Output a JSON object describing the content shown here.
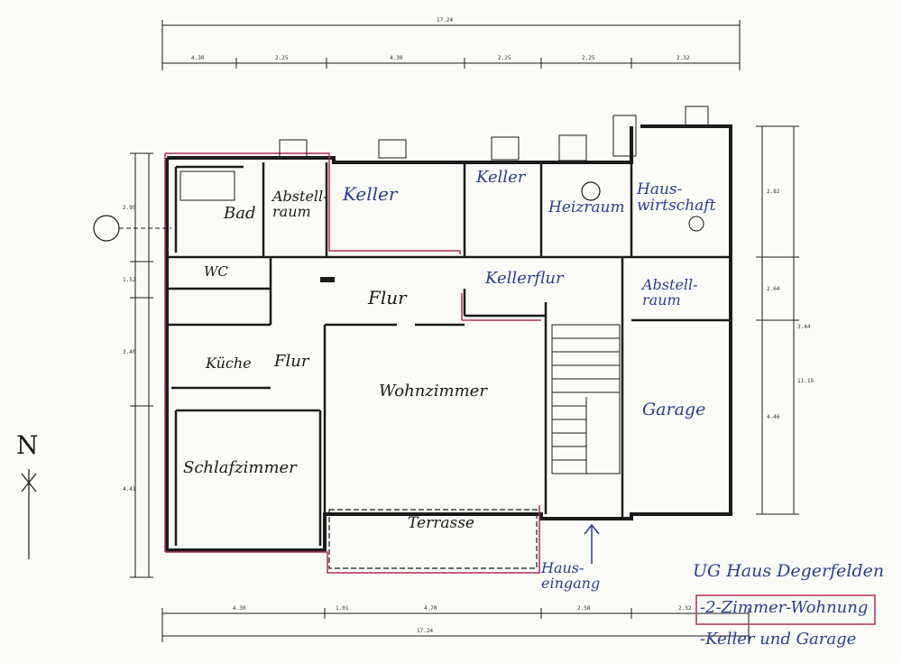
{
  "colors": {
    "ink": "#1b1b1b",
    "apartment_outline": "#b0305a",
    "handwriting_blue": "#2b3f8f",
    "paper": "#fbfbf8"
  },
  "rooms": {
    "bad": "Bad",
    "abstellraum_1": "Abstell-\nraum",
    "keller_1": "Keller",
    "keller_2": "Keller",
    "heizraum": "Heizraum",
    "hauswirtschaft": "Haus-\nwirtschaft",
    "wc": "WC",
    "flur_1": "Flur",
    "kellerflur": "Kellerflur",
    "abstellraum_2": "Abstell-\nraum",
    "kueche": "Küche",
    "flur_2": "Flur",
    "wohnzimmer": "Wohnzimmer",
    "garage": "Garage",
    "schlafzimmer": "Schlafzimmer",
    "terrasse": "Terrasse",
    "hauseingang": "Haus-\neingang"
  },
  "compass": {
    "letter": "N"
  },
  "title_block": {
    "line1": "UG Haus Degerfelden",
    "line2": "-2-Zimmer-Wohnung",
    "line3": "-Keller und Garage"
  },
  "dimensions": {
    "top_overall": "17.24",
    "top_chain": [
      "4.30",
      "2.25",
      "4.30",
      "2.25",
      "2.25",
      "2.32"
    ],
    "bottom_overall": "17.24",
    "bottom_chain": [
      "4.30",
      "1.01",
      "4.70",
      "2.58",
      "2.32"
    ],
    "left_chain": [
      "2.95",
      "1.52",
      "3.40",
      "4.41"
    ],
    "right_chain": [
      "2.82",
      "2.64",
      "4.46",
      "3.44",
      "11.15"
    ]
  }
}
